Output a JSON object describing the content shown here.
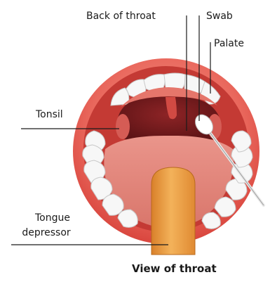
{
  "diagram": {
    "labels": {
      "back_of_throat": "Back of throat",
      "swab": "Swab",
      "palate": "Palate",
      "tonsil": "Tonsil",
      "tongue_depressor_line1": "Tongue",
      "tongue_depressor_line2": "depressor"
    },
    "caption": "View of throat",
    "colors": {
      "lips": "#e8625a",
      "mouth_interior": "#7a1d1f",
      "tongue": "#e4897e",
      "teeth": "#f7f7f7",
      "depressor": "#e99a3a",
      "swab_tip": "#ffffff"
    }
  }
}
